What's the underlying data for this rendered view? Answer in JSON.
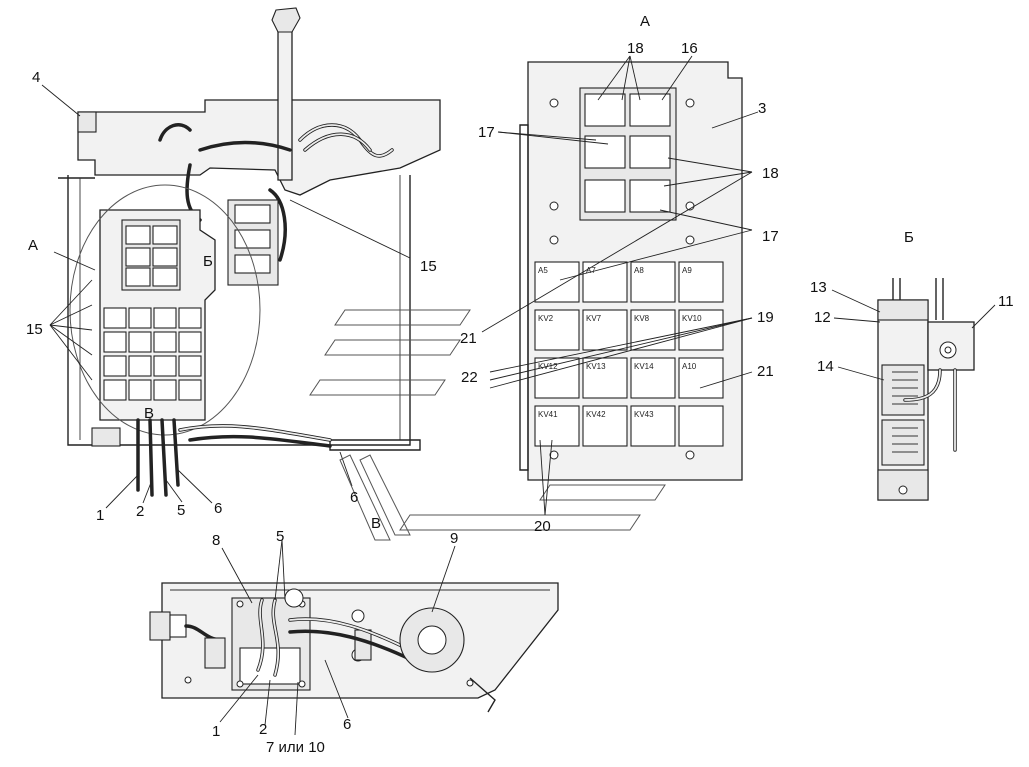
{
  "view_labels": {
    "view_a": "А",
    "view_b": "Б",
    "view_b_marker": "Б",
    "view_v_marker": "В",
    "view_v_arrow": "В",
    "view_a_arrow": "А"
  },
  "callouts": {
    "c4": "4",
    "c15_left": "15",
    "c15_right": "15",
    "c1_top": "1",
    "c2_top": "2",
    "c5_top": "5",
    "c6_top": "6",
    "c6_mid": "6",
    "c18_top": "18",
    "c16": "16",
    "c3": "3",
    "c17_top": "17",
    "c18_right": "18",
    "c17_right": "17",
    "c19": "19",
    "c21_left": "21",
    "c22": "22",
    "c21_right": "21",
    "c20": "20",
    "c13": "13",
    "c12": "12",
    "c11": "11",
    "c14": "14",
    "c8": "8",
    "c5_bottom": "5",
    "c9": "9",
    "c1_bottom": "1",
    "c2_bottom": "2",
    "c6_bottom": "6",
    "c7_10": "7 или 10"
  },
  "relay_labels": [
    "A5",
    "A7",
    "A8",
    "A9",
    "KV2",
    "KV7",
    "KV8",
    "KV10",
    "KV12",
    "KV13",
    "KV14",
    "A10",
    "KV41",
    "KV42",
    "KV43",
    ""
  ]
}
